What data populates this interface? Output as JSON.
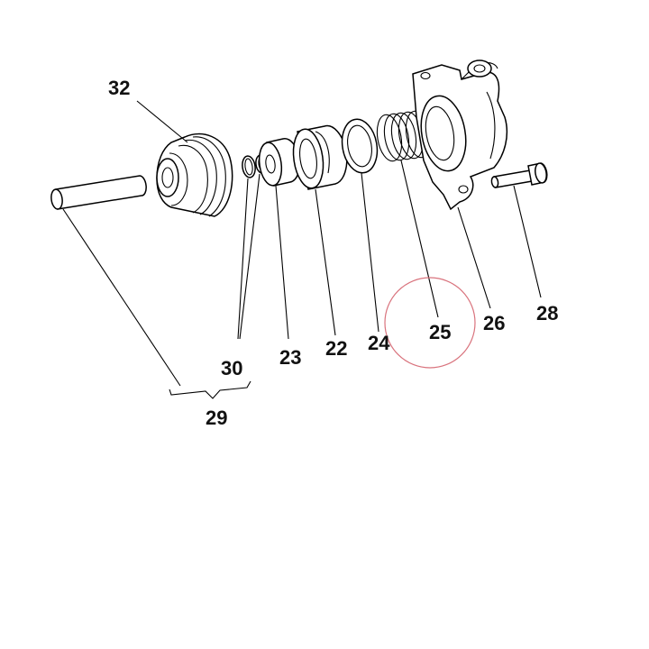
{
  "labels": {
    "p32": "32",
    "p30": "30",
    "p23": "23",
    "p22": "22",
    "p24": "24",
    "p25": "25",
    "p26": "26",
    "p28": "28",
    "p29": "29"
  },
  "highlight": {
    "part": "25",
    "color": "#d9737d"
  },
  "icons": {
    "rod": "rod-icon",
    "boot": "dust-boot-icon",
    "o_rings": "o-ring-icon",
    "washer": "washer-icon",
    "piston": "piston-icon",
    "seal": "seal-ring-icon",
    "spring": "spring-icon",
    "cylinder": "cylinder-body-icon",
    "bolt": "bolt-icon"
  }
}
